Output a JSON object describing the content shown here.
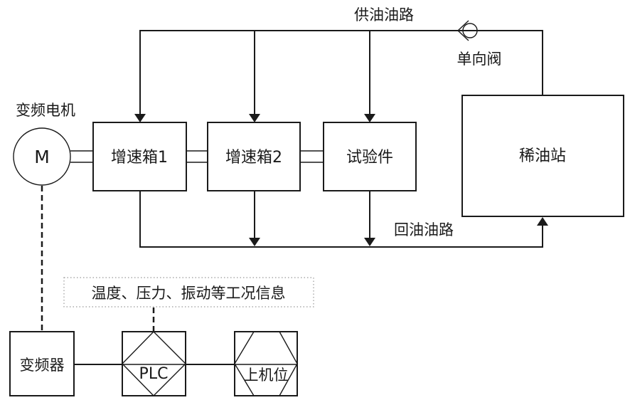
{
  "diagram": {
    "supply_line_label": "供油油路",
    "return_line_label": "回油油路",
    "check_valve_label": "单向阀",
    "motor": {
      "title": "变频电机",
      "symbol": "M"
    },
    "blocks": {
      "gearbox1": "增速箱1",
      "gearbox2": "增速箱2",
      "test_piece": "试验件",
      "oil_station": "稀油站",
      "inverter": "变频器",
      "plc": "PLC",
      "host_computer": "上机位"
    },
    "info_box": "温度、压力、振动等工况信息"
  }
}
